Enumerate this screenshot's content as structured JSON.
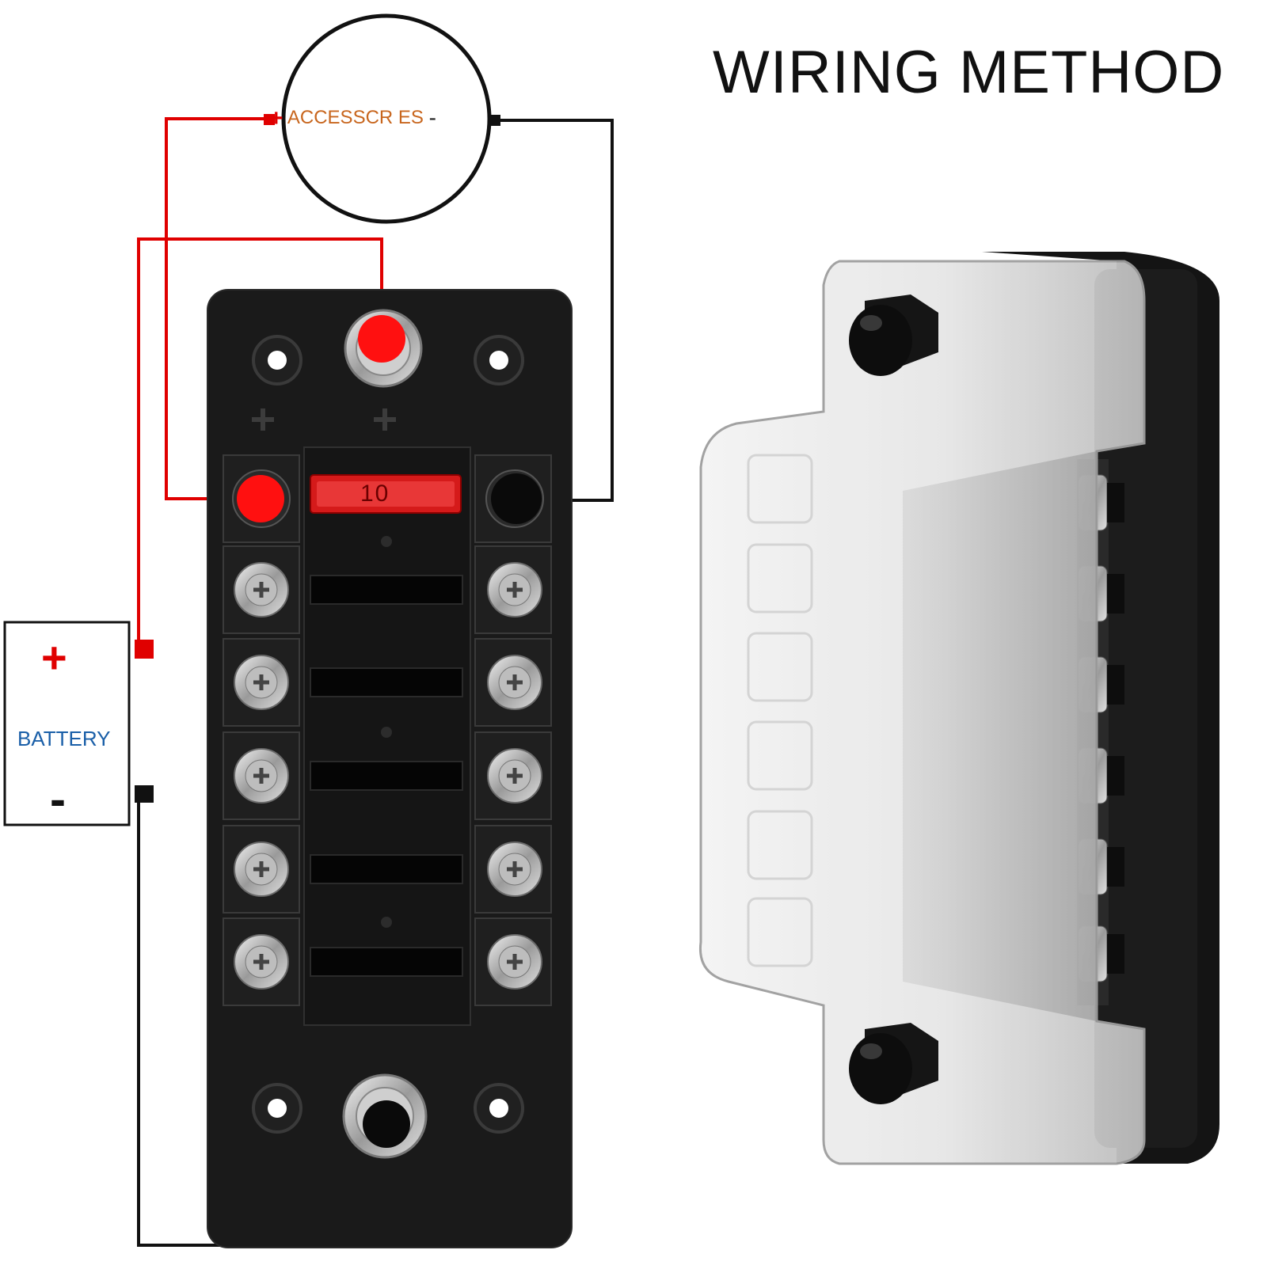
{
  "heading": "WIRING METHOD",
  "accessories": {
    "plus": "+",
    "label": "ACCESSCR ES",
    "minus": "-"
  },
  "battery": {
    "plus": "+",
    "label": "BATTERY",
    "minus": "-"
  },
  "fuse": {
    "rating": "10"
  },
  "colors": {
    "positive_wire": "#e00000",
    "negative_wire": "#111111",
    "accessory_text": "#c8661e",
    "battery_text": "#1a5fa8"
  }
}
